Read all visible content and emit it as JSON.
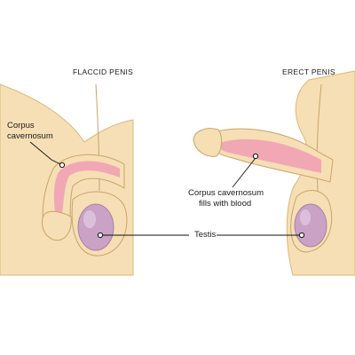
{
  "left_panel": {
    "title": "FLACCID PENIS",
    "label_corpus_line1": "Corpus",
    "label_corpus_line2": "cavernosum"
  },
  "right_panel": {
    "title": "ERECT PENIS",
    "label_fills_line1": "Corpus cavernosum",
    "label_fills_line2": "fills with blood"
  },
  "shared": {
    "label_testis": "Testis"
  },
  "colors": {
    "skin": "#f6dfb4",
    "skin_outline": "#c8a46a",
    "corpus": "#f2a7b5",
    "testis": "#c9a2c6",
    "line": "#111111"
  }
}
